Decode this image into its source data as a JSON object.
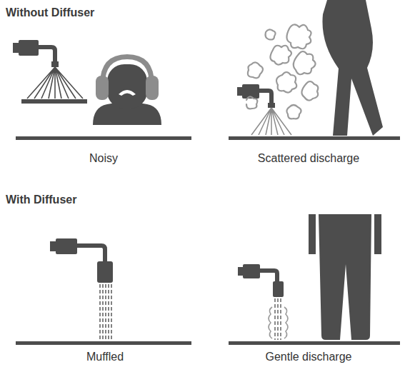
{
  "diagram": {
    "labels": [
      "Without Diffuser",
      "Noisy",
      "Scattered discharge",
      "With Diffuser",
      "Muffled",
      "Gentle discharge"
    ]
  }
}
